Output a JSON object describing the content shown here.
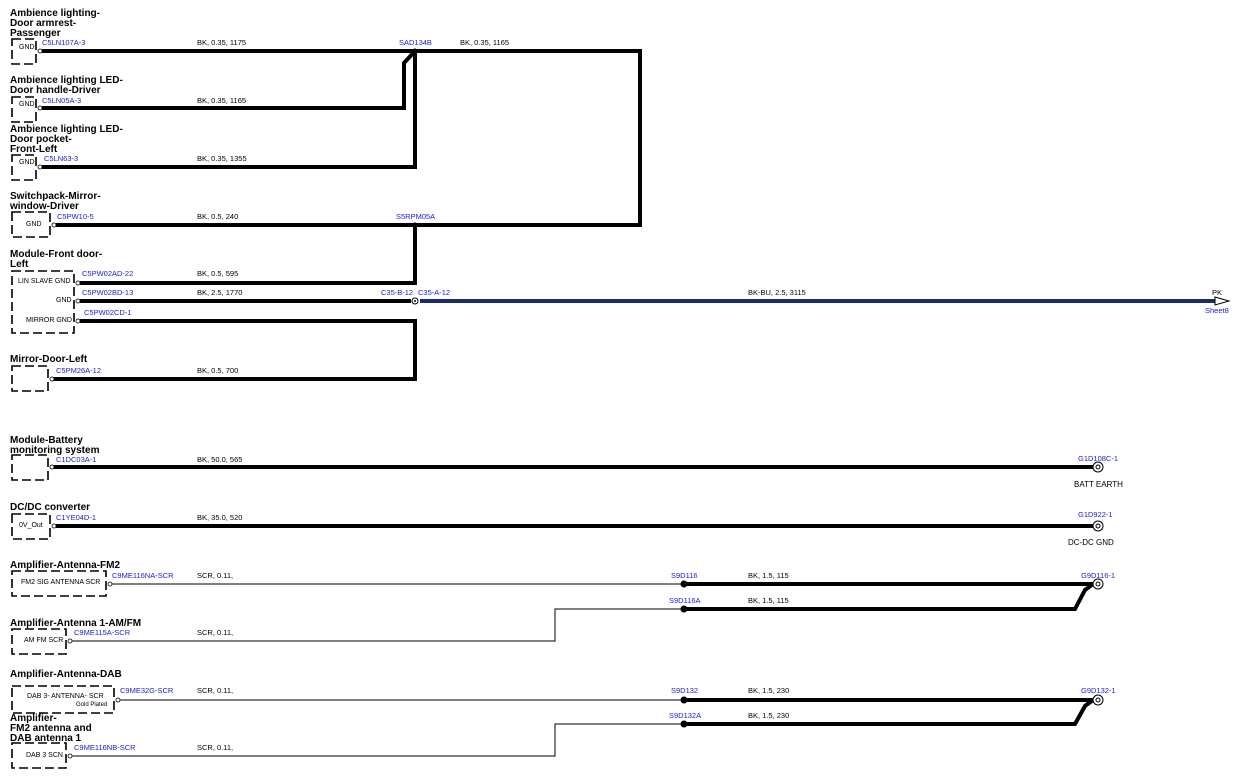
{
  "components": [
    {
      "id": "c1",
      "title": [
        "Ambience lighting-",
        "Door armrest-",
        "Passenger"
      ],
      "pins": [
        "GND"
      ]
    },
    {
      "id": "c2",
      "title": [
        "Ambience lighting LED-",
        "Door handle-Driver"
      ],
      "pins": [
        "GND"
      ]
    },
    {
      "id": "c3",
      "title": [
        "Ambience lighting LED-",
        "Door pocket-",
        "Front-Left"
      ],
      "pins": [
        "GND"
      ]
    },
    {
      "id": "c4",
      "title": [
        "Switchpack-Mirror-",
        "window-Driver"
      ],
      "pins": [
        "GND"
      ]
    },
    {
      "id": "c5",
      "title": [
        "Module-Front door-",
        "Left"
      ],
      "pins": [
        "LIN SLAVE GND",
        "GND",
        "MIRROR GND"
      ]
    },
    {
      "id": "c6",
      "title": [
        "Mirror-Door-Left"
      ],
      "pins": []
    },
    {
      "id": "c7",
      "title": [
        "Module-Battery",
        "monitoring system"
      ],
      "pins": []
    },
    {
      "id": "c8",
      "title": [
        "DC/DC converter"
      ],
      "pins": [
        "0V_Out"
      ]
    },
    {
      "id": "c9",
      "title": [
        "Amplifier-Antenna-FM2"
      ],
      "pins": [
        "FM2 SIG ANTENNA SCR"
      ]
    },
    {
      "id": "c10",
      "title": [
        "Amplifier-Antenna 1-AM/FM"
      ],
      "pins": [
        "AM FM SCR"
      ]
    },
    {
      "id": "c11",
      "title": [
        "Amplifier-Antenna-DAB"
      ],
      "pins": [
        "DAB 3- ANTENNA- SCR",
        "Gold Plated"
      ]
    },
    {
      "id": "c12",
      "title": [
        "Amplifier-",
        "FM2 antenna and",
        "DAB antenna 1"
      ],
      "pins": [
        "DAB 3 SCN"
      ]
    }
  ],
  "connector_ids": [
    "C5LN107A-3",
    "C5LN05A-3",
    "C5LN63-3",
    "C5PW10-5",
    "C5PW02AD-22",
    "C5PW02BD-13",
    "C5PW02CD-1",
    "C5PM26A-12",
    "C1DC03A-1",
    "C1YE04D-1",
    "C9ME116NA-SCR",
    "C9ME115A-SCR",
    "C9ME32G-SCR",
    "C9ME116NB-SCR"
  ],
  "wire_specs": [
    "BK, 0.35, 1175",
    "BK, 0.35, 1165",
    "BK, 0.35, 1165",
    "BK, 0.35, 1355",
    "BK, 0.5, 240",
    "BK, 0.5, 595",
    "BK, 2.5, 1770",
    "BK, 0.5, 700",
    "BK, 50.0, 565",
    "BK, 35.0, 520",
    "SCR, 0.11,",
    "SCR, 0.11,",
    "SCR, 0.11,",
    "SCR, 0.11,",
    "BK-BU, 2.5, 3115",
    "BK, 1.5, 115",
    "BK, 1.5, 115",
    "BK, 1.5, 230",
    "BK, 1.5, 230"
  ],
  "splices": [
    "SAD134B",
    "S5RPM05A",
    "S9D116",
    "S9D116A",
    "S9D132",
    "S9D132A"
  ],
  "inline_connectors": [
    "C35-B-12",
    "C35-A-12"
  ],
  "grounds": [
    {
      "id": "G1D108C-1",
      "label": "BATT EARTH"
    },
    {
      "id": "G1D922-1",
      "label": "DC-DC GND"
    },
    {
      "id": "G9D116-1",
      "label": ""
    },
    {
      "id": "G9D132-1",
      "label": ""
    }
  ],
  "offsheet": {
    "code": "PK",
    "sheet": "Sheet8"
  },
  "colors": {
    "wire": "#000000",
    "blue_wire": "#1c2a6e",
    "connector_text": "#1a1ad6"
  }
}
